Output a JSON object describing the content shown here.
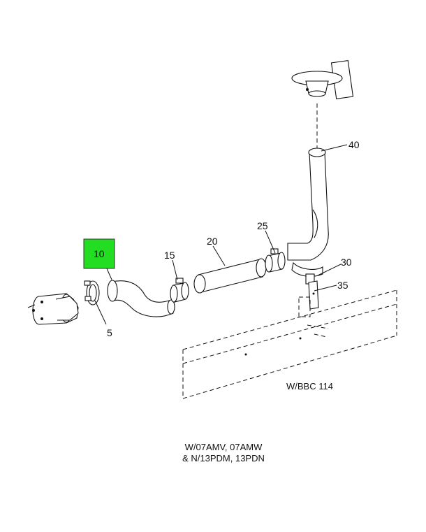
{
  "callouts": {
    "c5": "5",
    "c10": "10",
    "c15": "15",
    "c20": "20",
    "c25": "25",
    "c30": "30",
    "c35": "35",
    "c40": "40"
  },
  "highlight_color": "#22dd22",
  "reference": "W/BBC 114",
  "notes": {
    "line1": "W/07AMV, 07AMW",
    "line2": "& N/13PDM, 13PDN"
  }
}
